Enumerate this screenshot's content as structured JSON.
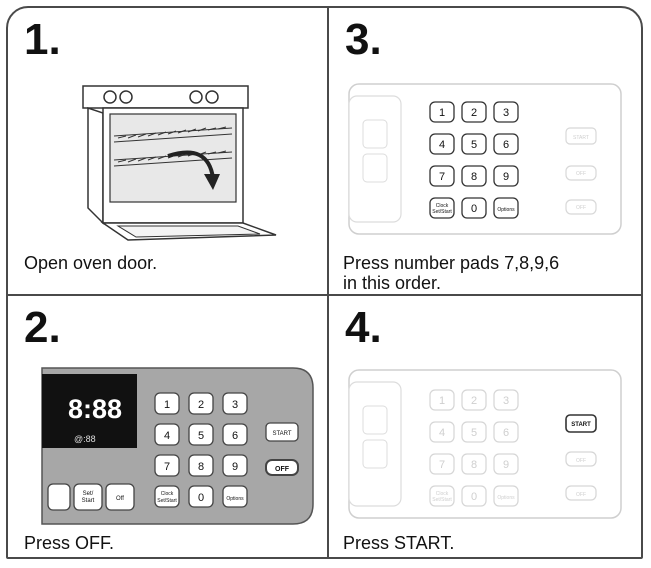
{
  "steps": [
    {
      "number": "1.",
      "caption": "Open oven door."
    },
    {
      "number": "2.",
      "caption": "Press OFF."
    },
    {
      "number": "3.",
      "caption_line1": "Press number pads 7,8,9,6",
      "caption_line2": "in this order."
    },
    {
      "number": "4.",
      "caption": "Press START."
    }
  ],
  "keypad": {
    "keys": [
      "1",
      "2",
      "3",
      "4",
      "5",
      "6",
      "7",
      "8",
      "9",
      "0"
    ],
    "clock_line1": "Clock",
    "clock_line2": "Set/Start",
    "options": "Options",
    "start": "START",
    "off": "OFF"
  },
  "display": {
    "time": "8:88",
    "small_time": "@:88"
  },
  "buttons": {
    "bake_line1": "Set/",
    "bake_line2": "Start",
    "off": "Off"
  },
  "colors": {
    "panel_gray": "#a7a7a7",
    "display_black": "#111111",
    "outline": "#4a4a4a",
    "faded": "#cfcfcf"
  }
}
